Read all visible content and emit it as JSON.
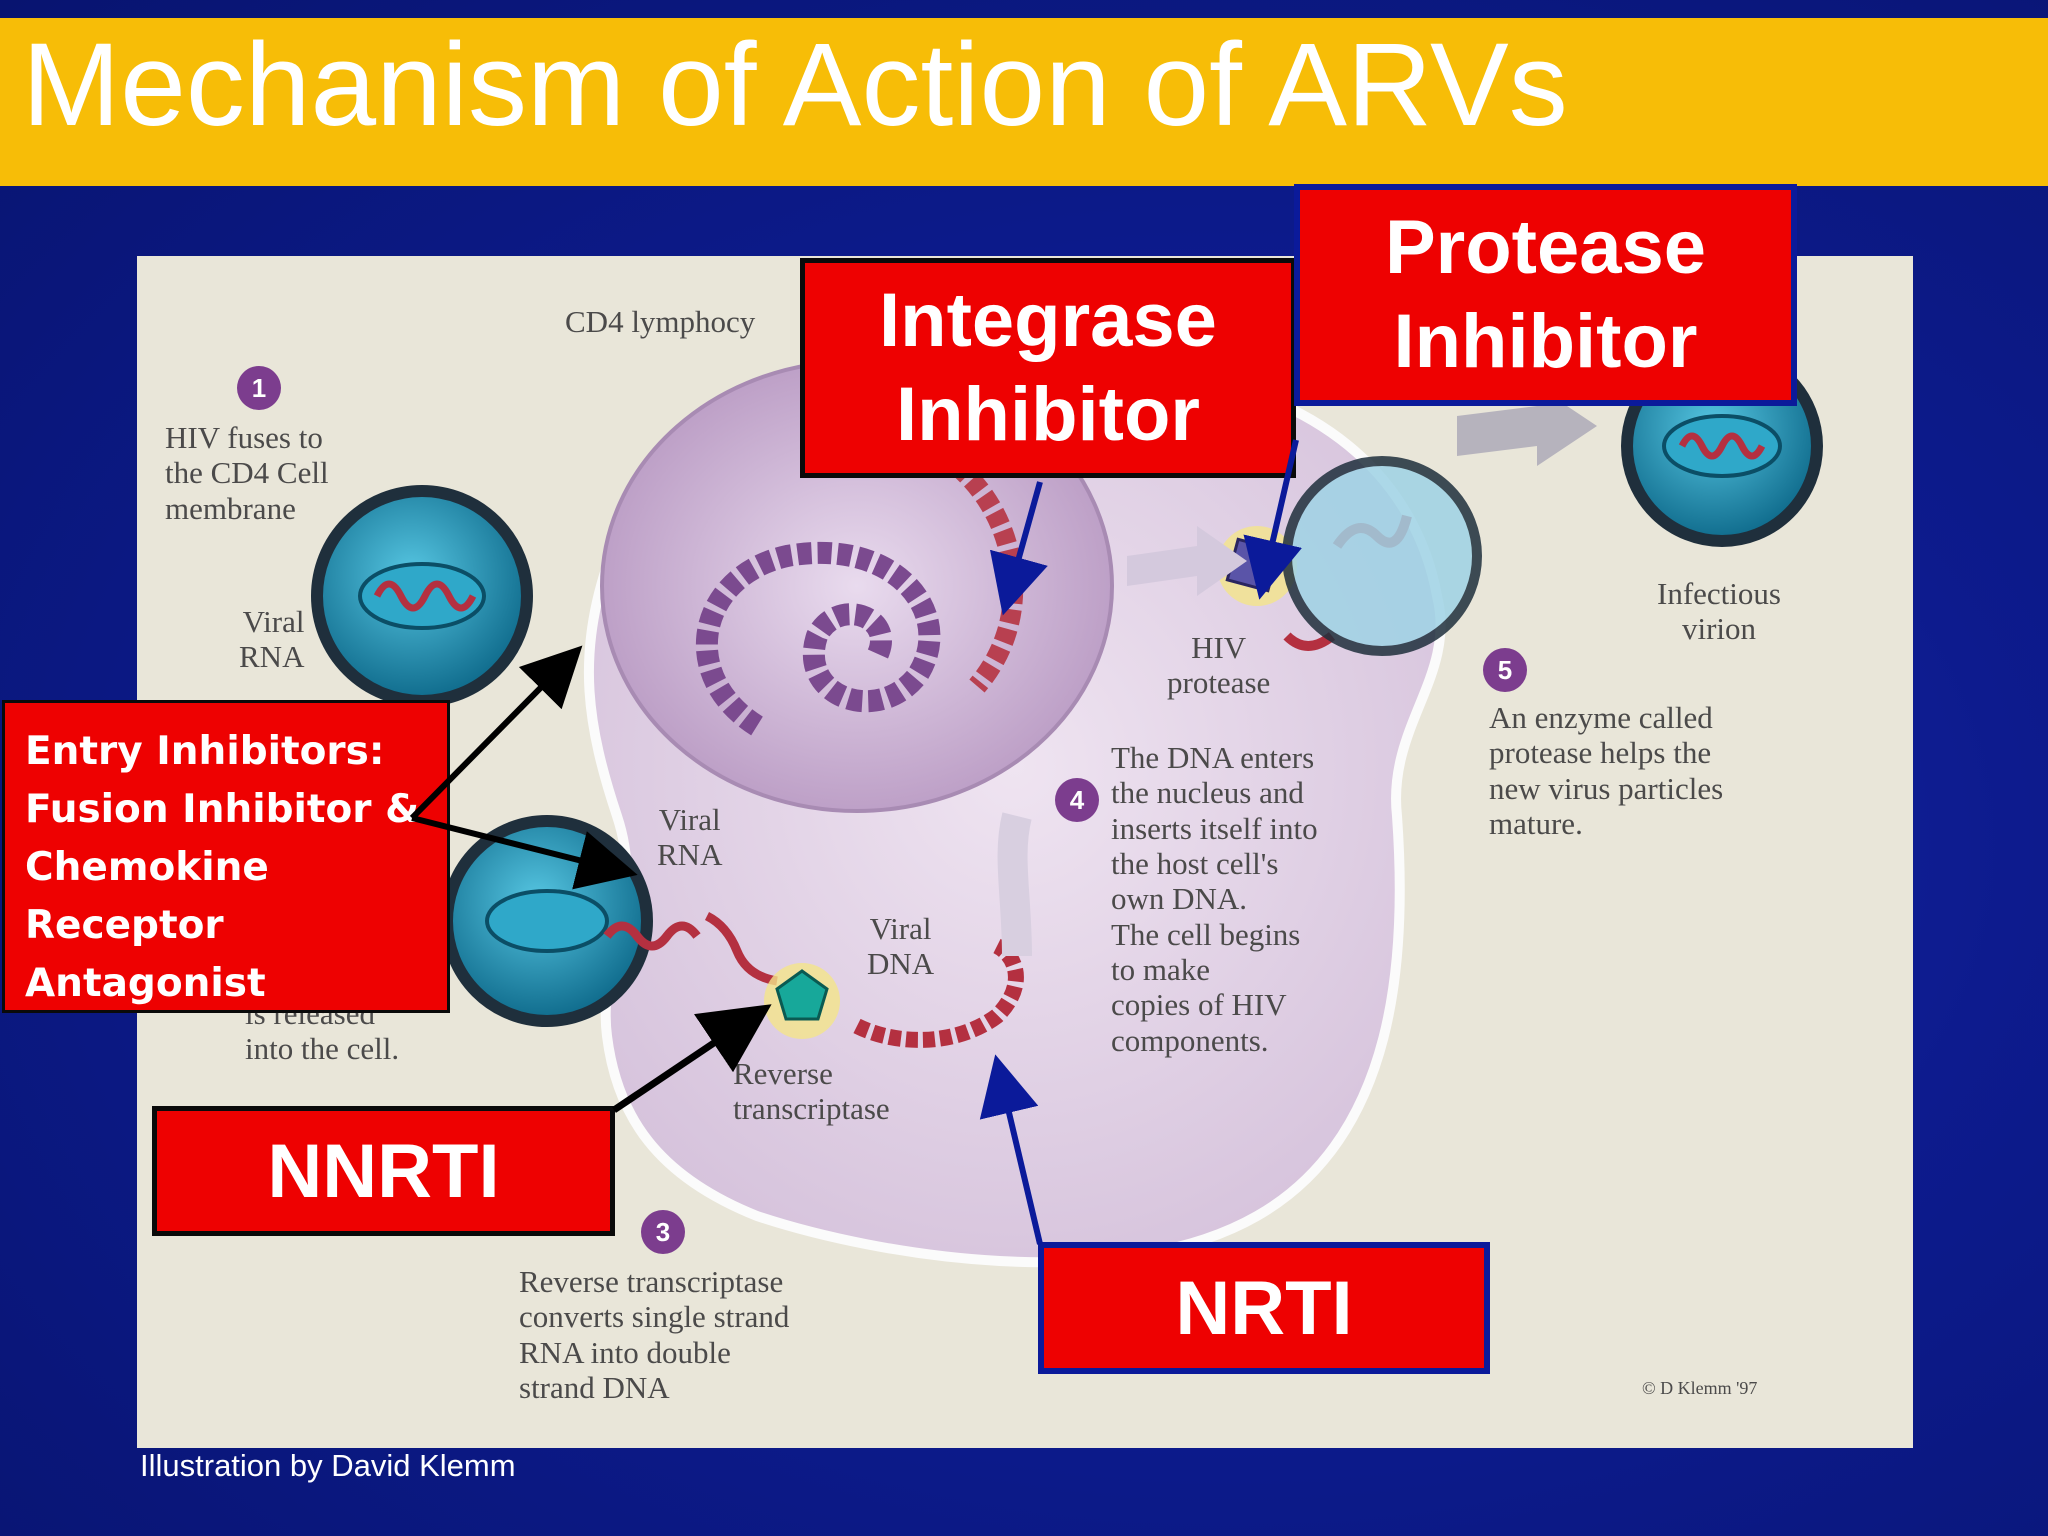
{
  "slide": {
    "title": "Mechanism of Action of ARVs",
    "credit": "Illustration by David Klemm"
  },
  "diagram": {
    "cd4_label": "CD4 lymphocy",
    "step1_num": "1",
    "step1_text": "HIV fuses to\nthe CD4 Cell\nmembrane",
    "viral_rna_left": "Viral\nRNA",
    "released_text": "is released\ninto the cell.",
    "viral_rna_mid": "Viral\nRNA",
    "viral_dna": "Viral\nDNA",
    "reverse_transcriptase": "Reverse\ntranscriptase",
    "step3_num": "3",
    "step3_text": "Reverse transcriptase\nconverts single strand\nRNA into double\nstrand DNA",
    "step4_num": "4",
    "step4_text": "The DNA enters\nthe nucleus and\ninserts itself into\nthe host cell's\nown DNA.\nThe cell begins\nto make\ncopies of HIV\ncomponents.",
    "hiv_protease": "HIV\nprotease",
    "step5_num": "5",
    "step5_text": "An enzyme called\nprotease helps the\nnew virus particles\nmature.",
    "infectious_virion": "Infectious\nvirion",
    "copyright": "© D Klemm '97"
  },
  "callouts": {
    "integrase": "Integrase\nInhibitor",
    "protease": "Protease\nInhibitor",
    "entry": "Entry Inhibitors:\nFusion Inhibitor &\nChemokine\nReceptor\nAntagonist",
    "nnrti": "NNRTI",
    "nrti": "NRTI"
  },
  "colors": {
    "title_bar": "#f7bd07",
    "background": "#0d1b8e",
    "callout_red": "#ee0101",
    "panel": "#e9e6d9",
    "cell": "#e2d4e6",
    "step_badge": "#7c3d8e"
  }
}
